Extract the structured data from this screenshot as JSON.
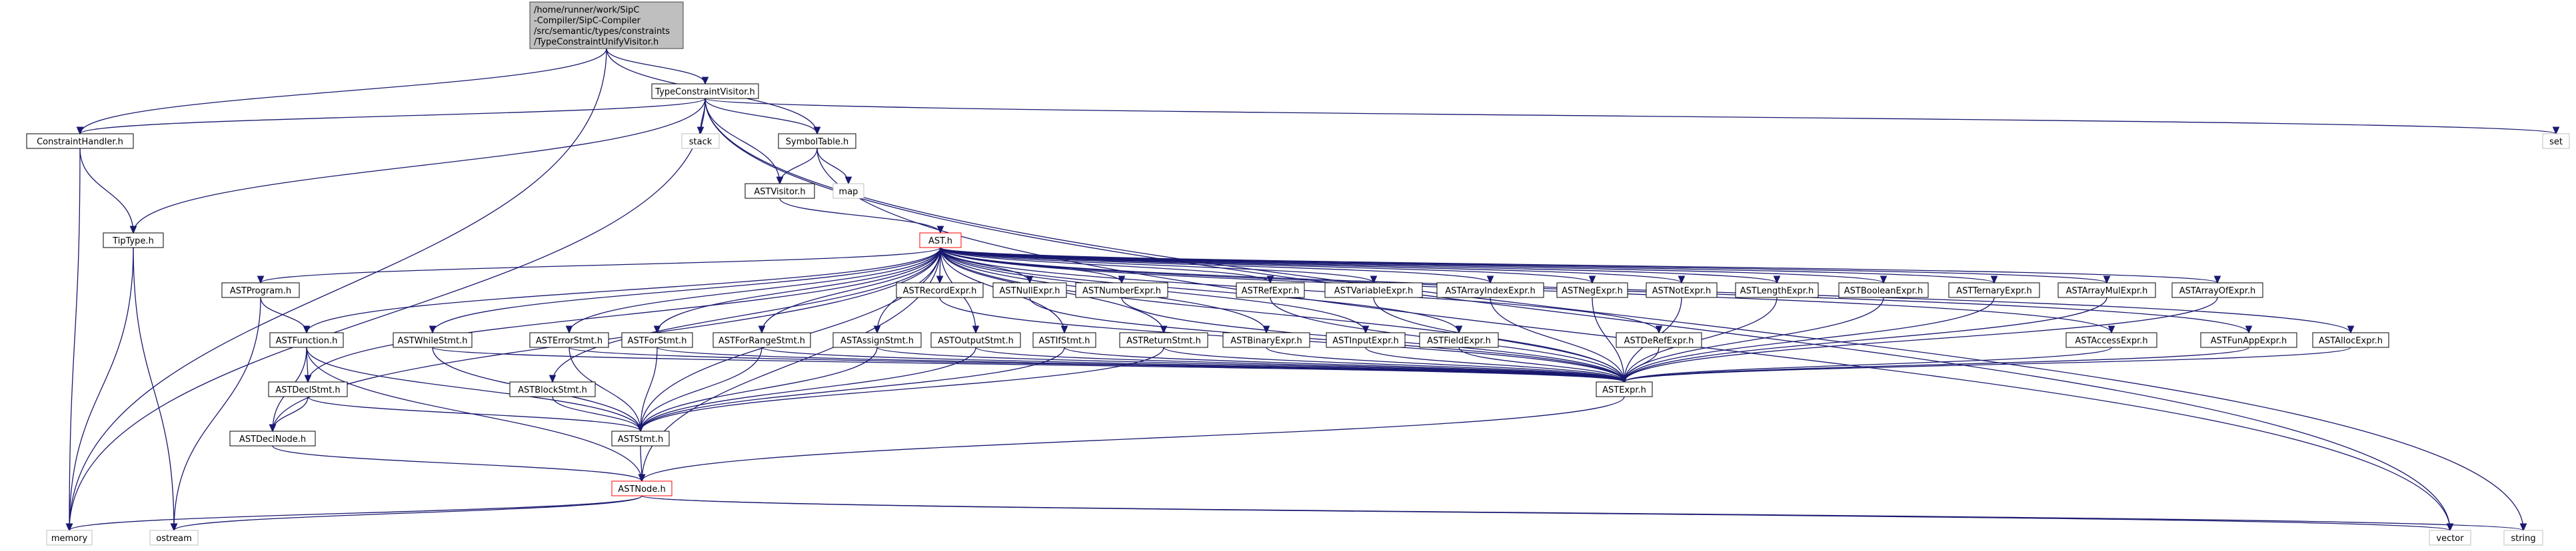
{
  "colors": {
    "edge": "#191970",
    "root_fill": "#bfbfbf",
    "root_stroke": "#404040",
    "node_stroke": "#000000",
    "light_stroke": "#bfbfbf",
    "red_stroke": "#ff0000"
  },
  "nodes": {
    "root": "/home/runner/work/SIpC-Compiler/SIpC-Compiler/src/semantic/types/constraints/TypeConstraintUnifyVisitor.h",
    "root_lines": [
      "/home/runner/work/SipC",
      "-Compiler/SipC-Compiler",
      "/src/semantic/types/constraints",
      "/TypeConstraintUnifyVisitor.h"
    ],
    "tcv": "TypeConstraintVisitor.h",
    "ch": "ConstraintHandler.h",
    "stack": "stack",
    "st": "SymbolTable.h",
    "set": "set",
    "map": "map",
    "astv": "ASTVisitor.h",
    "tip": "TipType.h",
    "ast": "AST.h",
    "prog": "ASTProgram.h",
    "recexp": "ASTRecordExpr.h",
    "nullexp": "ASTNullExpr.h",
    "numexp": "ASTNumberExpr.h",
    "refexp": "ASTRefExpr.h",
    "varexp": "ASTVariableExpr.h",
    "aiexp": "ASTArrayIndexExpr.h",
    "negexp": "ASTNegExpr.h",
    "notexp": "ASTNotExpr.h",
    "lenexp": "ASTLengthExpr.h",
    "boolexp": "ASTBooleanExpr.h",
    "ternexp": "ASTTernaryExpr.h",
    "amulexp": "ASTArrayMulExpr.h",
    "aofexp": "ASTArrayOfExpr.h",
    "func": "ASTFunction.h",
    "whilest": "ASTWhileStmt.h",
    "errst": "ASTErrorStmt.h",
    "forst": "ASTForStmt.h",
    "forrst": "ASTForRangeStmt.h",
    "assignst": "ASTAssignStmt.h",
    "outst": "ASTOutputStmt.h",
    "ifst": "ASTIfStmt.h",
    "retst": "ASTReturnStmt.h",
    "binexp": "ASTBinaryExpr.h",
    "inexp": "ASTInputExpr.h",
    "fieldexp": "ASTFieldExpr.h",
    "derefexp": "ASTDeRefExpr.h",
    "accexp": "ASTAccessExpr.h",
    "funapp": "ASTFunAppExpr.h",
    "allocexp": "ASTAllocExpr.h",
    "declst": "ASTDeclStmt.h",
    "blockst": "ASTBlockStmt.h",
    "expr": "ASTExpr.h",
    "stmt": "ASTStmt.h",
    "declnode": "ASTDeclNode.h",
    "node": "ASTNode.h",
    "memory": "memory",
    "ostream": "ostream",
    "vector": "vector",
    "string": "string"
  }
}
